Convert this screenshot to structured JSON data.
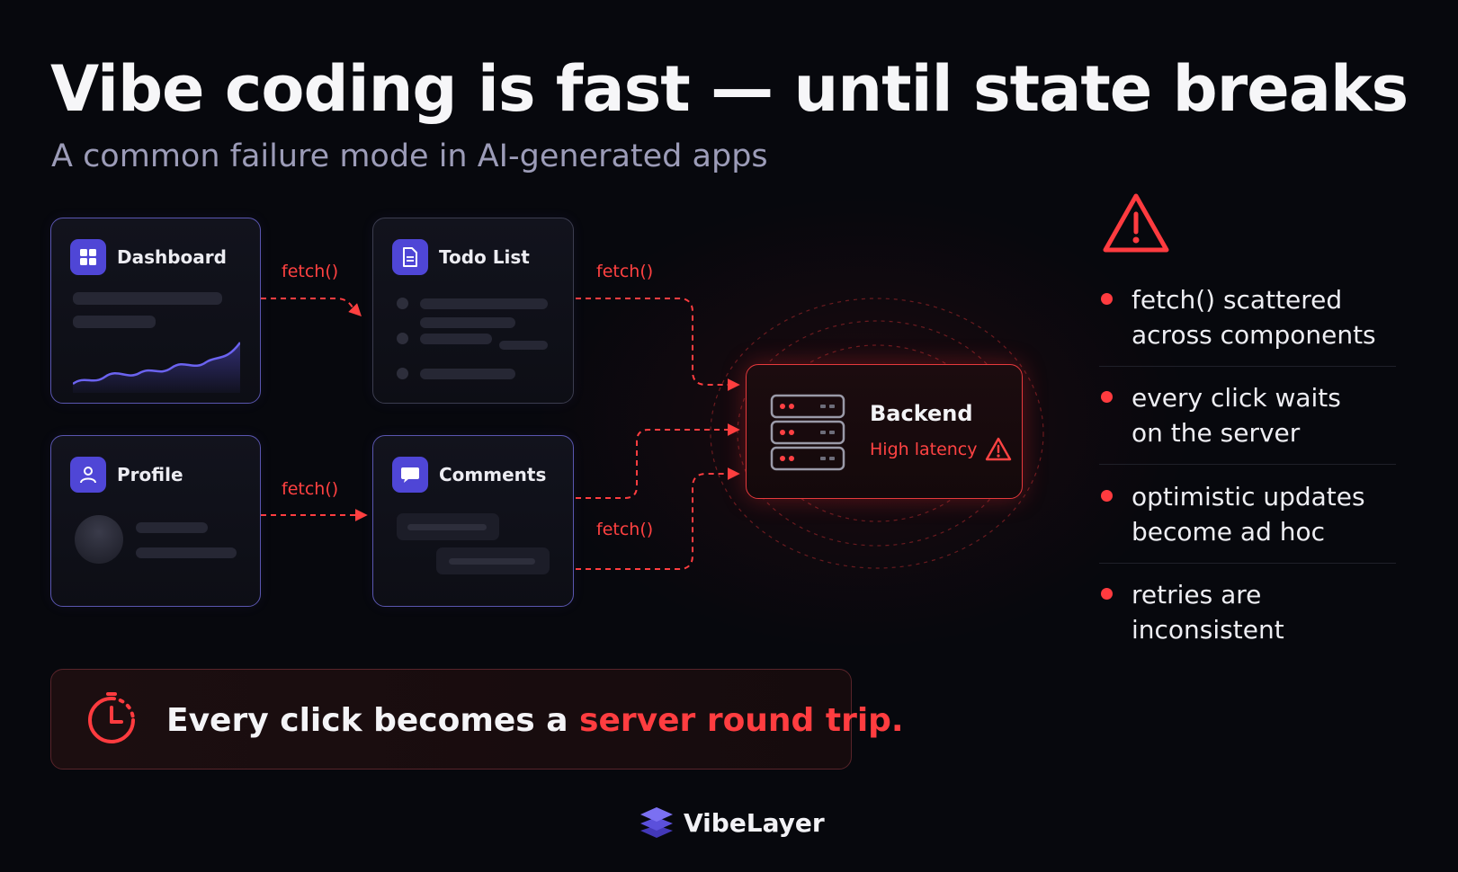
{
  "title": "Vibe coding is fast — until state breaks",
  "subtitle": "A common failure mode in AI-generated apps",
  "components": [
    {
      "label": "Dashboard",
      "icon": "dashboard-grid-icon"
    },
    {
      "label": "Todo List",
      "icon": "document-icon"
    },
    {
      "label": "Profile",
      "icon": "user-icon"
    },
    {
      "label": "Comments",
      "icon": "chat-bubble-icon"
    }
  ],
  "fetch_label": "fetch()",
  "backend": {
    "title": "Backend",
    "status": "High latency",
    "icon": "server-icon"
  },
  "issues": [
    "fetch() scattered\nacross components",
    "every click waits\non the server",
    "optimistic updates\nbecome ad hoc",
    "retries are\ninconsistent"
  ],
  "banner": {
    "text_prefix": "Every click becomes a ",
    "text_highlight": "server round trip."
  },
  "brand": {
    "name": "VibeLayer"
  },
  "colors": {
    "accent_red": "#ff3d40",
    "accent_purple": "#4f46d6",
    "background": "#07080d"
  }
}
